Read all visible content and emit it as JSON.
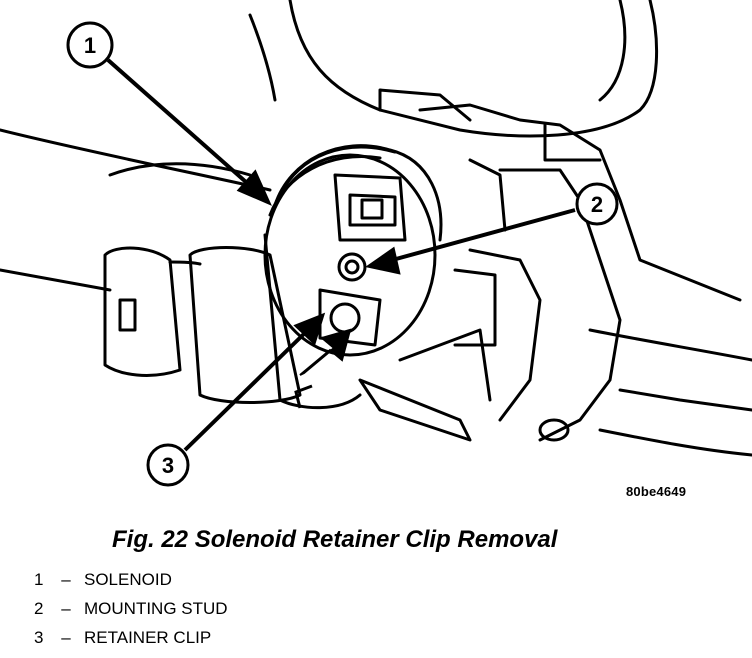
{
  "figure": {
    "code": "80be4649",
    "caption": "Fig. 22 Solenoid Retainer Clip Removal"
  },
  "callouts": [
    {
      "number": "1"
    },
    {
      "number": "2"
    },
    {
      "number": "3"
    }
  ],
  "legend": [
    {
      "number": "1",
      "separator": "–",
      "label": "SOLENOID"
    },
    {
      "number": "2",
      "separator": "–",
      "label": "MOUNTING STUD"
    },
    {
      "number": "3",
      "separator": "–",
      "label": "RETAINER CLIP"
    }
  ]
}
